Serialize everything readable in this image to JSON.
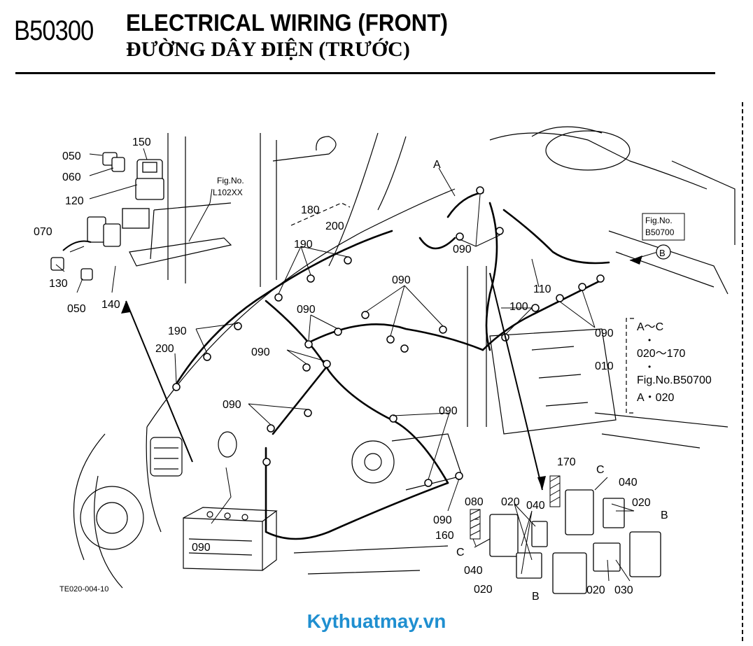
{
  "header": {
    "code": "B50300",
    "title_en": "ELECTRICAL WIRING (FRONT)",
    "title_vi": "ĐƯỜNG DÂY ĐIỆN (TRƯỚC)"
  },
  "figure_id": "TE020-004-10",
  "watermark": "Kythuatmay.vn",
  "refs": {
    "l102": [
      "Fig.No.",
      "L102XX"
    ],
    "b50700": [
      "Fig.No.",
      "B50700"
    ],
    "bracket_lines": [
      "A～C",
      "020～170",
      "Fig.No.B50700",
      "A・020"
    ],
    "bracket_dot": "•",
    "bracket_item": "010"
  },
  "labels": {
    "l050a": "050",
    "l060": "060",
    "l150": "150",
    "l120": "120",
    "l070": "070",
    "l130": "130",
    "l050b": "050",
    "l140": "140",
    "l180": "180",
    "l200a": "200",
    "l190a": "190",
    "l190b": "190",
    "l200b": "200",
    "l090_1": "090",
    "l090_2": "090",
    "l090_3": "090",
    "l090_4": "090",
    "l090_5": "090",
    "l090_6": "090",
    "l090_7": "090",
    "l090_8": "090",
    "l090_9": "090",
    "l110": "110",
    "l100": "100",
    "lA": "A",
    "lB": "B",
    "l170": "170",
    "lC1": "C",
    "l040a": "040",
    "l020a": "020",
    "l080": "080",
    "l040b": "040",
    "l020b": "020",
    "l160": "160",
    "lC2": "C",
    "lB2": "B",
    "l040c": "040",
    "l020c": "020",
    "lB3": "B",
    "l020d": "020",
    "l030": "030"
  }
}
